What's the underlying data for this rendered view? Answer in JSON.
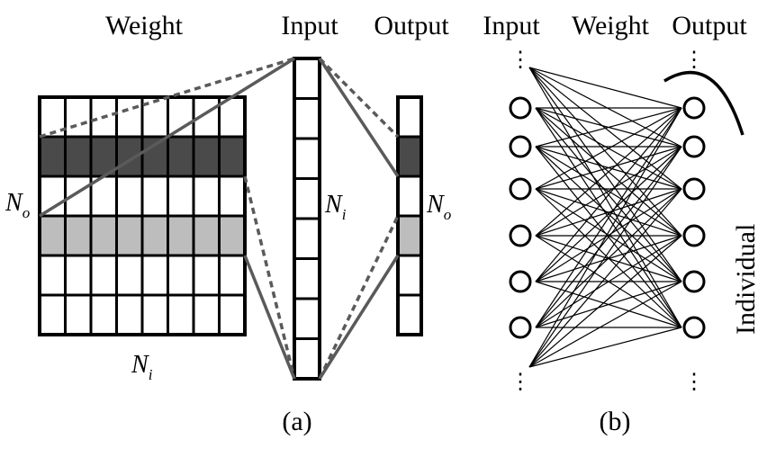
{
  "panel_a": {
    "weight_title": "Weight",
    "input_title": "Input",
    "output_title": "Output",
    "ni_rows_label": {
      "main": "N",
      "sub": "i"
    },
    "ni_mid_label": {
      "main": "N",
      "sub": "i"
    },
    "no_left_label": {
      "main": "N",
      "sub": "o"
    },
    "no_right_label": {
      "main": "N",
      "sub": "o"
    },
    "caption": "(a)",
    "colors": {
      "dark_row": "#4a4a4a",
      "light_row": "#bdbdbd",
      "connector": "#5a5a5a"
    }
  },
  "panel_b": {
    "input_title": "Input",
    "weight_title": "Weight",
    "output_title": "Output",
    "individual_label": "Individual",
    "caption": "(b)",
    "ellipsis": "⋮"
  }
}
